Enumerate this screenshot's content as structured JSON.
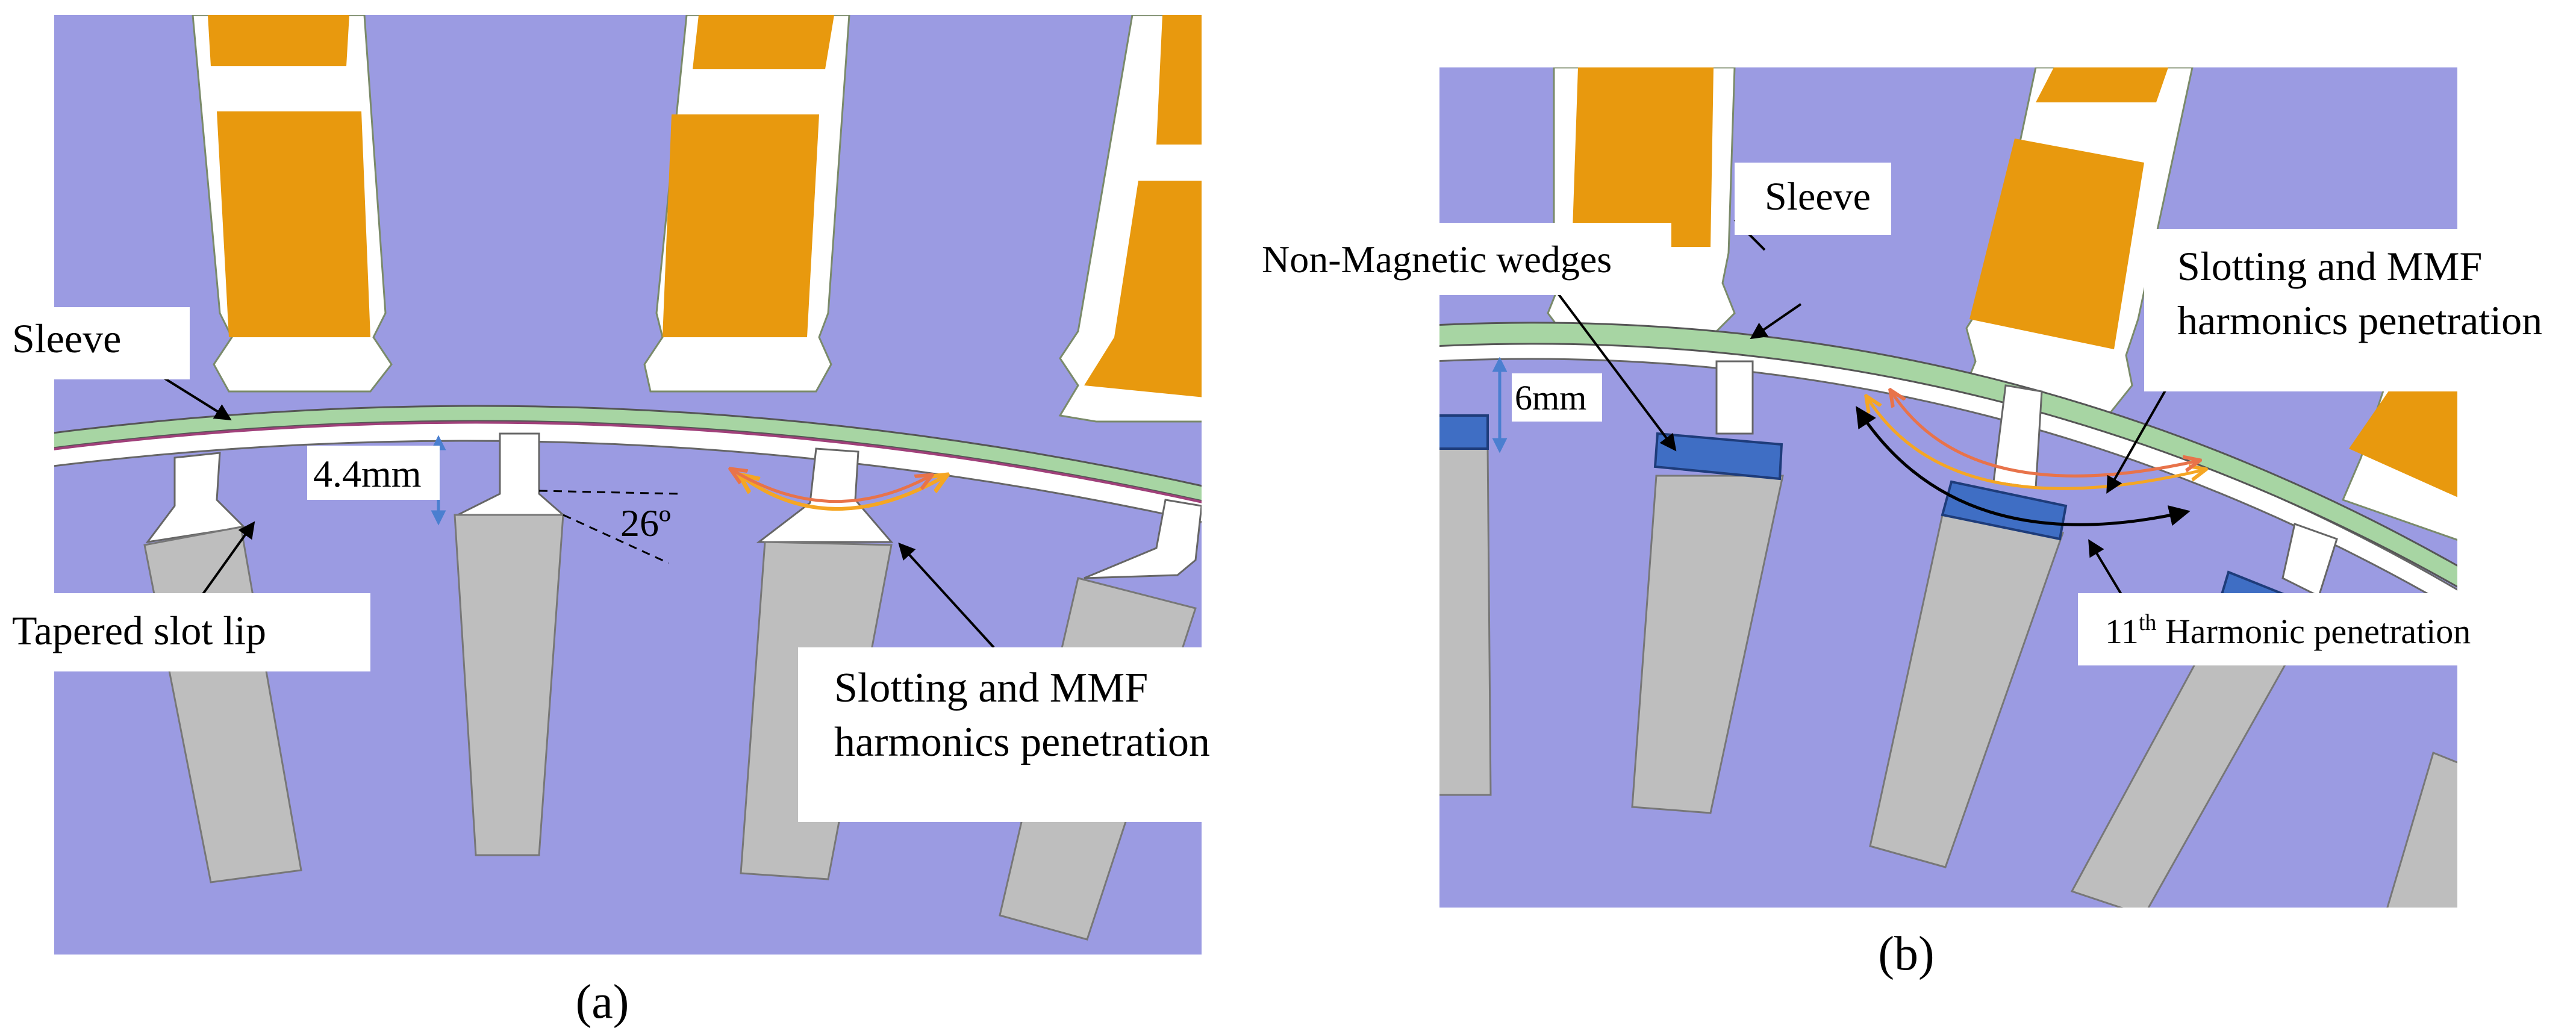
{
  "panel_a": {
    "caption": "(a)",
    "labels": {
      "sleeve": "Sleeve",
      "tapered": "Tapered slot lip",
      "dim": "4.4mm",
      "angle": "26º",
      "slotting_line1": "Slotting and MMF",
      "slotting_line2": "harmonics penetration"
    }
  },
  "panel_b": {
    "caption": "(b)",
    "labels": {
      "sleeve": "Sleeve",
      "wedges": "Non-Magnetic wedges",
      "dim": "6mm",
      "slotting_line1": "Slotting and MMF",
      "slotting_line2": "harmonics penetration",
      "harmonic_prefix": "11",
      "harmonic_sup": "th",
      "harmonic_rest": " Harmonic penetration"
    }
  },
  "colors": {
    "background": "#9b9be2",
    "copper": "#e8990e",
    "grey_tooth": "#bebebe",
    "sleeve_green": "#a7d5a3",
    "wedge_blue": "#3f6ec4",
    "arrow_orange": "#f5a623",
    "arrow_red": "#e8734a",
    "dim_blue": "#4a7fd0",
    "text_box": "#ffffff"
  }
}
